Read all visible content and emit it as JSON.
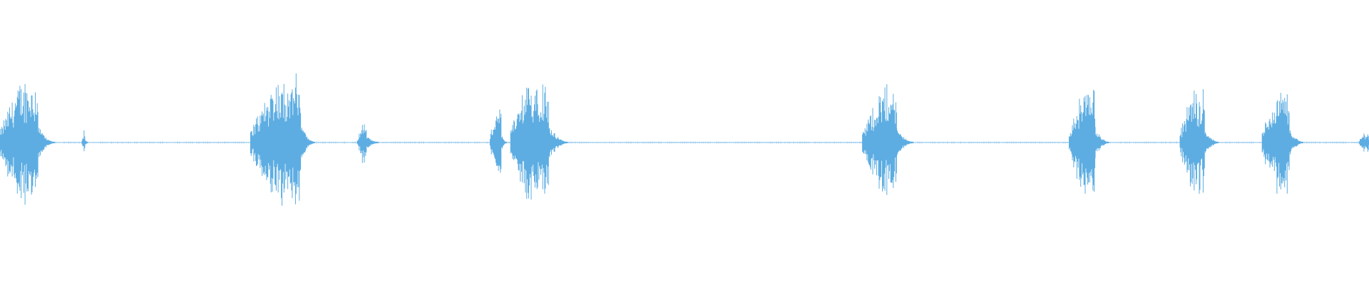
{
  "waveform": {
    "color": "#5dade2",
    "background": "#ffffff",
    "segments": [
      {
        "start": 0.0,
        "peak": 0.0,
        "end": 0.028,
        "amp": 0.55,
        "tail": 0.012
      },
      {
        "start": 0.06,
        "peak": 0.0,
        "end": 0.062,
        "amp": 0.1,
        "tail": 0.002
      },
      {
        "start": 0.183,
        "peak": 0.0,
        "end": 0.22,
        "amp": 0.58,
        "tail": 0.01
      },
      {
        "start": 0.261,
        "peak": 0.0,
        "end": 0.268,
        "amp": 0.19,
        "tail": 0.008
      },
      {
        "start": 0.358,
        "peak": 0.0,
        "end": 0.366,
        "amp": 0.28,
        "tail": 0.004
      },
      {
        "start": 0.373,
        "peak": 0.0,
        "end": 0.401,
        "amp": 0.57,
        "tail": 0.014
      },
      {
        "start": 0.63,
        "peak": 0.0,
        "end": 0.655,
        "amp": 0.47,
        "tail": 0.012
      },
      {
        "start": 0.781,
        "peak": 0.0,
        "end": 0.8,
        "amp": 0.47,
        "tail": 0.01
      },
      {
        "start": 0.862,
        "peak": 0.0,
        "end": 0.88,
        "amp": 0.47,
        "tail": 0.01
      },
      {
        "start": 0.922,
        "peak": 0.0,
        "end": 0.942,
        "amp": 0.45,
        "tail": 0.01
      },
      {
        "start": 0.993,
        "peak": 0.0,
        "end": 1.0,
        "amp": 0.09,
        "tail": 0.002
      }
    ]
  }
}
